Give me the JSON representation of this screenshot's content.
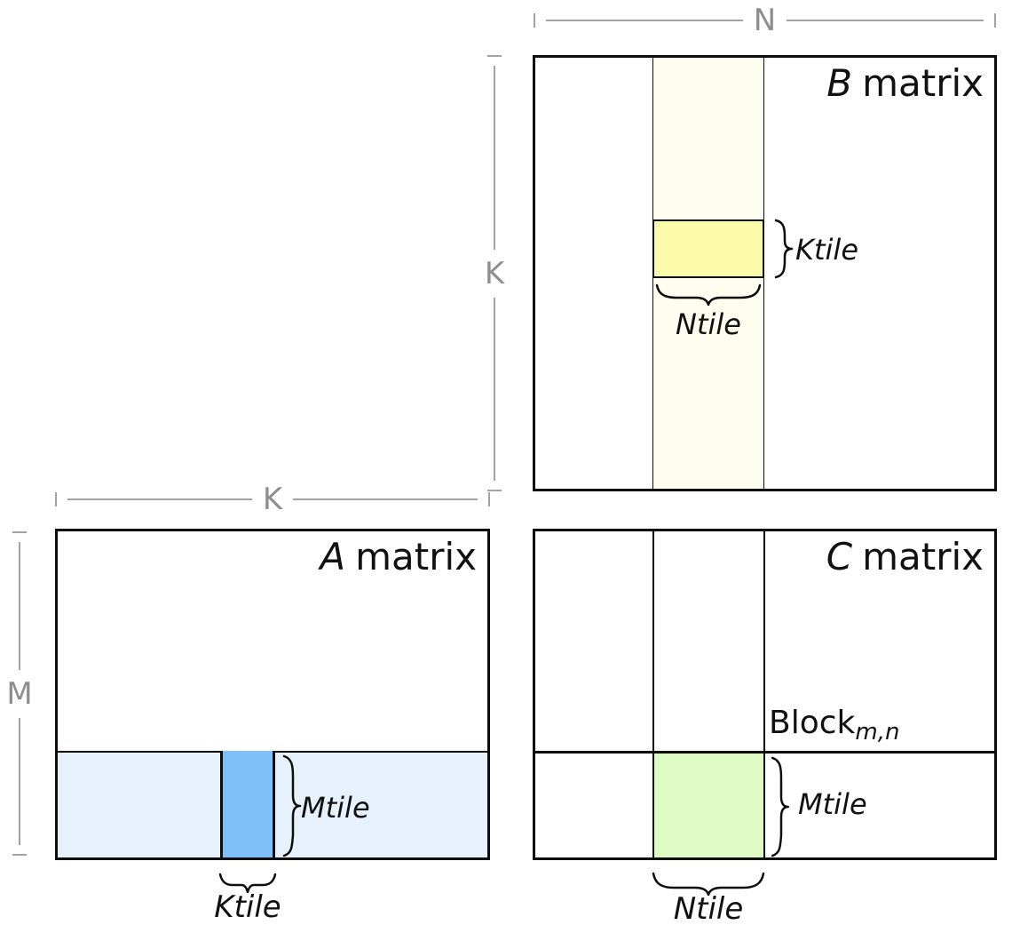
{
  "diagram": {
    "b": {
      "letter": "B",
      "word": "matrix",
      "dim_top": "N",
      "dim_side": "K",
      "tile_k": "Ktile",
      "tile_n": "Ntile"
    },
    "a": {
      "letter": "A",
      "word": "matrix",
      "dim_top": "K",
      "dim_side": "M",
      "tile_m": "Mtile",
      "tile_k": "Ktile"
    },
    "c": {
      "letter": "C",
      "word": "matrix",
      "block": "Block",
      "block_sub": "m,n",
      "tile_m": "Mtile",
      "tile_n": "Ntile"
    }
  },
  "colors": {
    "ivory": "#fdfdf0",
    "yellow": "#fbfbaa",
    "lightblue": "#e6f1fc",
    "blue": "#80c0fa",
    "green": "#ddfbc2",
    "gray": "#a3a3a3",
    "gray-text": "#8e8e8e"
  }
}
